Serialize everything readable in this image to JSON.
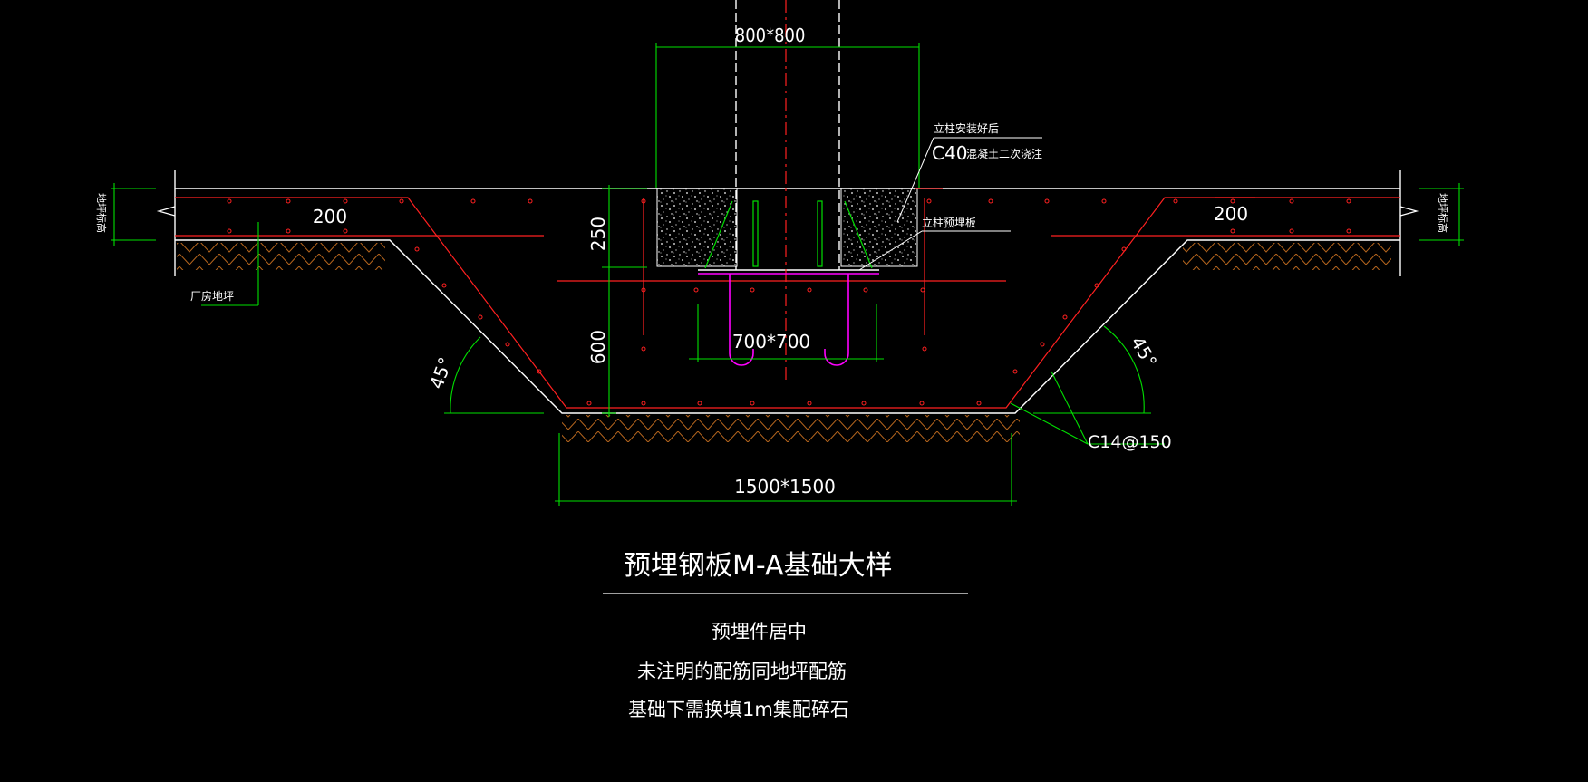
{
  "dims": {
    "column": "800*800",
    "pad": "700*700",
    "base": "1500*1500",
    "slab_left": "200",
    "slab_right": "200",
    "depth_upper": "250",
    "depth_lower": "600",
    "angle_left": "45°",
    "angle_right": "45°"
  },
  "labels": {
    "install_note_1": "立柱安装好后",
    "install_note_2": "C40",
    "install_note_3": "混凝土二次浇注",
    "embed_plate": "立柱预埋板",
    "floor_slab": "厂房地坪",
    "rebar": "C14@150",
    "edge_left": "地坪标高",
    "edge_right": "地坪标高"
  },
  "title": "预埋钢板M-A基础大样",
  "notes": [
    "预埋件居中",
    "未注明的配筋同地坪配筋",
    "基础下需换填1m集配碎石"
  ],
  "colors": {
    "background": "#000000",
    "outline": "#ffffff",
    "rebar": "#ff2020",
    "dimension": "#00e000",
    "anchor": "#ff00ff",
    "soil": "#b5651d",
    "text": "#ffffff"
  }
}
